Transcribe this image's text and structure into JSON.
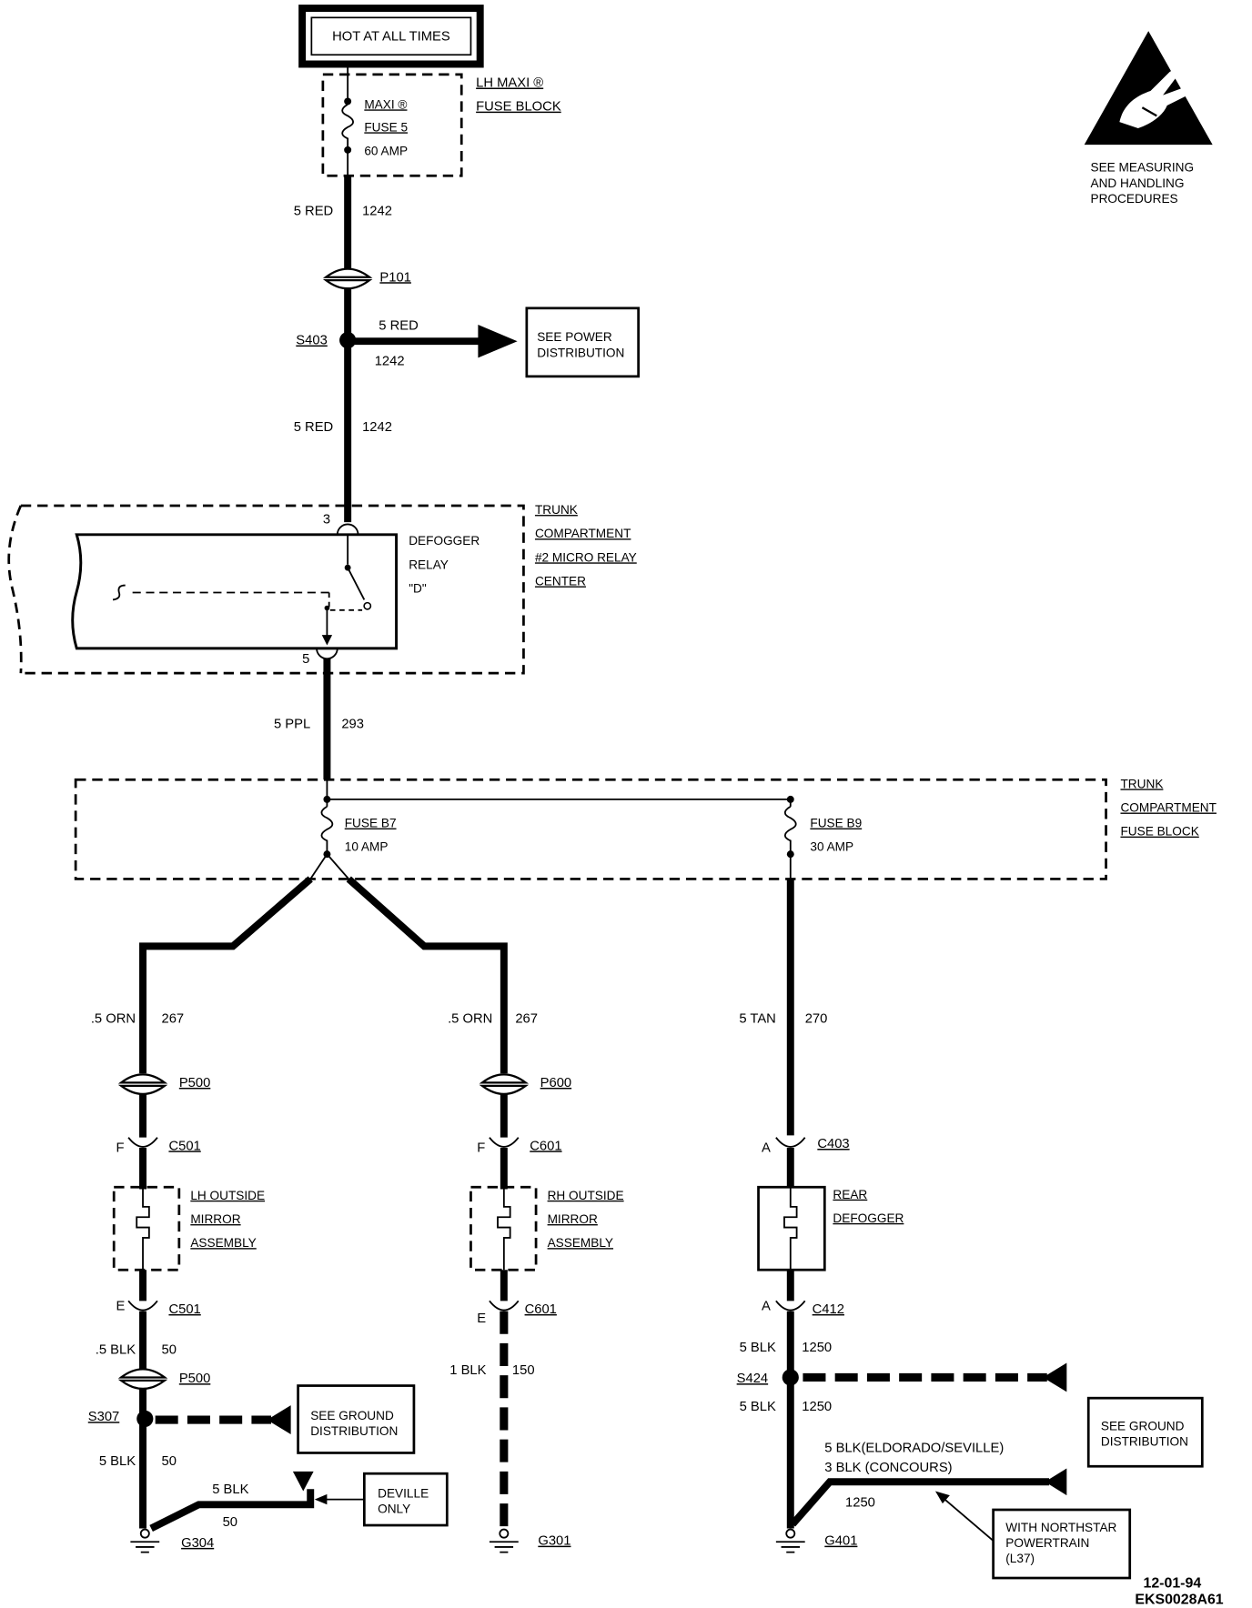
{
  "hot_at_all_times": "HOT AT ALL TIMES",
  "maxi_fuse_block": {
    "title_line1": "LH MAXI ®",
    "title_line2": "FUSE BLOCK",
    "fuse_type": "MAXI ®",
    "fuse_name": "FUSE 5",
    "fuse_rating": "60 AMP"
  },
  "esd_notice": {
    "icon": "esd-warning-icon",
    "line1": "SEE MEASURING",
    "line2": "AND HANDLING",
    "line3": "PROCEDURES"
  },
  "wires": {
    "w1242_a": {
      "gauge_color": "5 RED",
      "circuit": "1242"
    },
    "w1242_branch": {
      "gauge_color": "5 RED",
      "circuit": "1242"
    },
    "w1242_b": {
      "gauge_color": "5 RED",
      "circuit": "1242"
    },
    "w293": {
      "gauge_color": "5 PPL",
      "circuit": "293"
    },
    "w267_left": {
      "gauge_color": ".5 ORN",
      "circuit": "267"
    },
    "w267_right": {
      "gauge_color": ".5 ORN",
      "circuit": "267"
    },
    "w270": {
      "gauge_color": "5 TAN",
      "circuit": "270"
    },
    "w50_a": {
      "gauge_color": ".5 BLK",
      "circuit": "50"
    },
    "w50_b": {
      "gauge_color": "5 BLK",
      "circuit": "50"
    },
    "w50_deville": {
      "gauge_color": "5 BLK",
      "circuit": "50"
    },
    "w150": {
      "gauge_color": "1 BLK",
      "circuit": "150"
    },
    "w1250_a": {
      "gauge_color": "5 BLK",
      "circuit": "1250"
    },
    "w1250_b": {
      "gauge_color": "5 BLK",
      "circuit": "1250"
    },
    "w1250_c": {
      "line1": "5 BLK(ELDORADO/SEVILLE)",
      "line2": "3 BLK (CONCOURS)",
      "circuit": "1250"
    }
  },
  "connectors": {
    "p101": "P101",
    "p500_top": "P500",
    "p500_bottom": "P500",
    "p600": "P600",
    "c501_top": {
      "pin": "F",
      "id": "C501"
    },
    "c601_top": {
      "pin": "F",
      "id": "C601"
    },
    "c403": {
      "pin": "A",
      "id": "C403"
    },
    "c501_bottom": {
      "pin": "E",
      "id": "C501"
    },
    "c601_bottom": {
      "pin": "E",
      "id": "C601"
    },
    "c412": {
      "pin": "A",
      "id": "C412"
    }
  },
  "splices": {
    "s403": "S403",
    "s307": "S307",
    "s424": "S424"
  },
  "references": {
    "power_distribution": [
      "SEE POWER",
      "DISTRIBUTION"
    ],
    "ground_left": [
      "SEE GROUND",
      "DISTRIBUTION"
    ],
    "ground_right": [
      "SEE GROUND",
      "DISTRIBUTION"
    ],
    "deville": [
      "DEVILLE",
      "ONLY"
    ],
    "northstar": [
      "WITH NORTHSTAR",
      "POWERTRAIN",
      "(L37)"
    ]
  },
  "relay_center": {
    "lines": [
      "TRUNK",
      "COMPARTMENT",
      "#2 MICRO RELAY",
      "CENTER"
    ],
    "relay": [
      "DEFOGGER",
      "RELAY",
      "\"D\""
    ],
    "pin_in": "3",
    "pin_out": "5"
  },
  "fuse_block": {
    "lines": [
      "TRUNK",
      "COMPARTMENT",
      "FUSE BLOCK"
    ],
    "fuse_b7": {
      "name": "FUSE B7",
      "rating": "10 AMP"
    },
    "fuse_b9": {
      "name": "FUSE B9",
      "rating": "30 AMP"
    }
  },
  "components": {
    "lh_mirror": [
      "LH OUTSIDE",
      "MIRROR",
      "ASSEMBLY"
    ],
    "rh_mirror": [
      "RH OUTSIDE",
      "MIRROR",
      "ASSEMBLY"
    ],
    "rear_defogger": [
      "REAR",
      "DEFOGGER"
    ]
  },
  "grounds": {
    "g304": "G304",
    "g301": "G301",
    "g401": "G401"
  },
  "footer": {
    "date": "12-01-94",
    "code": "EKS0028A61"
  }
}
